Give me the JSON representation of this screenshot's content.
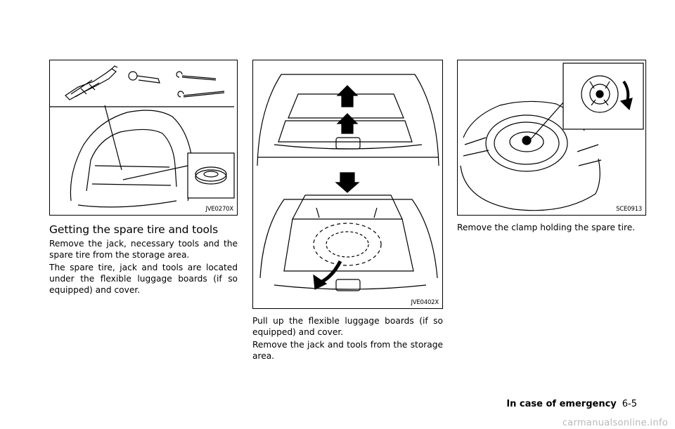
{
  "figures": {
    "fig1_code": "JVE0270X",
    "fig2_code": "JVE0402X",
    "fig3_code": "SCE0913"
  },
  "section": {
    "heading": "Getting the spare tire and tools",
    "paragraphs": [
      "Remove the jack, necessary tools and the spare tire from the storage area.",
      "The spare tire, jack and tools are located under the flexible luggage boards (if so equipped) and cover.",
      "Pull up the flexible luggage boards (if so equipped) and cover.",
      "Remove the jack and tools from the storage area.",
      "Remove the clamp holding the spare tire."
    ]
  },
  "footer": {
    "chapter": "In case of emergency",
    "page": "6-5"
  },
  "watermark": "carmanualsonline.info"
}
